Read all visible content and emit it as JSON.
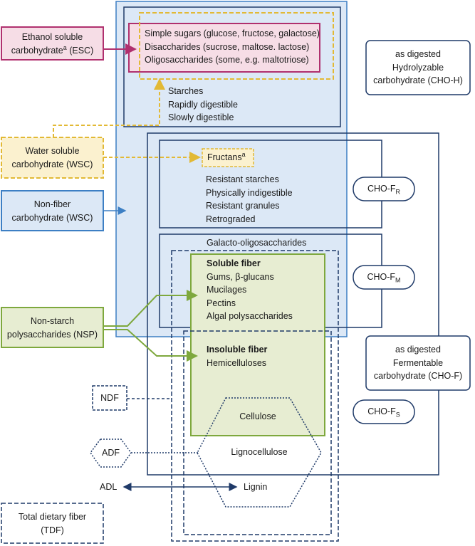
{
  "left_labels": {
    "esc": [
      "Ethanol soluble",
      "carbohydrate",
      "(ESC)"
    ],
    "wsc_water": [
      "Water soluble",
      "carbohydrate (WSC)"
    ],
    "nfc": [
      "Non-fiber",
      "carbohydrate (WSC)"
    ],
    "nsp": [
      "Non-starch",
      "polysaccharides (NSP)"
    ],
    "ndf": "NDF",
    "adf": "ADF",
    "adl": "ADL",
    "tdf": [
      "Total dietary fiber",
      "(TDF)"
    ]
  },
  "sugars": [
    "Simple sugars (glucose, fructose, galactose)",
    "Disaccharides (sucrose, maltose. lactose)",
    "Oligosaccharides (some, e.g. maltotriose)"
  ],
  "starches": [
    "Starches",
    "Rapidly digestible",
    "Slowly digestible"
  ],
  "fructans": "Fructans",
  "superscript_a": "a",
  "resistant": [
    "Resistant starches",
    "Physically indigestible",
    "Resistant granules",
    "Retrograded"
  ],
  "galacto": "Galacto-oligosaccharides",
  "soluble_fiber": {
    "title": "Soluble fiber",
    "items": [
      "Gums, β-glucans",
      "Mucilages",
      "Pectins",
      "Algal polysaccharides"
    ]
  },
  "insoluble_fiber": {
    "title": "Insoluble fiber",
    "items": [
      "Hemicelluloses"
    ]
  },
  "cellulose": "Cellulose",
  "lignocellulose": "Lignocellulose",
  "lignin": "Lignin",
  "right_labels": {
    "cho_h": [
      "as digested",
      "Hydrolyzable",
      "carbohydrate (CHO-H)"
    ],
    "cho_f": [
      "as digested",
      "Fermentable",
      "carbohydrate (CHO-F)"
    ],
    "cho_prefix": "CHO-F",
    "cho_fr_sub": "R",
    "cho_fm_sub": "M",
    "cho_fs_sub": "S"
  },
  "colors": {
    "navy": "#1f3a68",
    "blue": "#3d7fc4",
    "blue_fill": "#dce8f6",
    "magenta": "#b0306e",
    "pink_fill": "#f6dde6",
    "yellow": "#e2b935",
    "yellow_fill": "#fbf1cf",
    "green": "#7ea83d",
    "green_fill": "#e7edd2"
  }
}
